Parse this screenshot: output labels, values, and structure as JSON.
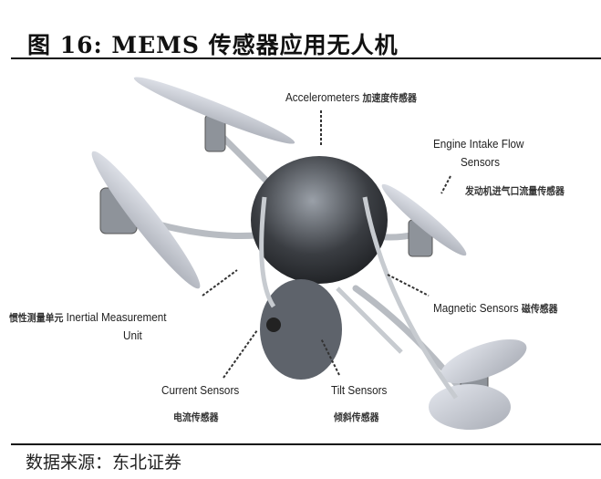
{
  "header": {
    "title": "图 16: MEMS 传感器应用无人机"
  },
  "figure": {
    "labels": {
      "accelerometers_en": "Accelerometers",
      "accelerometers_zh": "加速度传感器",
      "engine_en_1": "Engine Intake Flow",
      "engine_en_2": "Sensors",
      "engine_zh": "发动机进气口流量传感器",
      "imu_zh": "惯性测量单元",
      "imu_en_1": "Inertial Measurement",
      "imu_en_2": "Unit",
      "magnetic_en": "Magnetic Sensors",
      "magnetic_zh": "磁传感器",
      "current_en": "Current Sensors",
      "current_zh": "电流传感器",
      "tilt_en": "Tilt Sensors",
      "tilt_zh": "倾斜传感器"
    }
  },
  "footer": {
    "source": "数据来源：东北证券"
  }
}
